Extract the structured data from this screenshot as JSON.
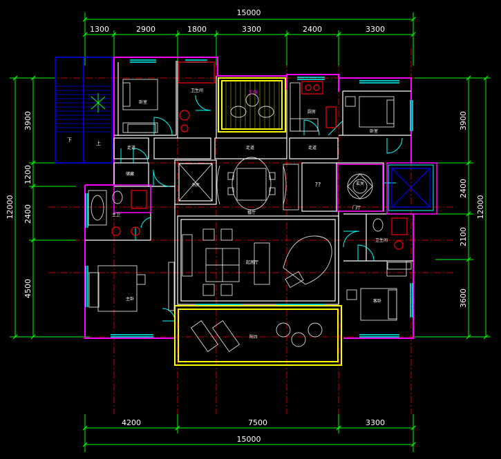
{
  "dimensions": {
    "top_total": "15000",
    "top_segments": [
      "1300",
      "2900",
      "1800",
      "3300",
      "2400",
      "3300"
    ],
    "bottom_segments": [
      "4200",
      "7500",
      "3300"
    ],
    "bottom_total": "15000",
    "left_total": "12000",
    "left_segments": [
      "3900",
      "1200",
      "2400",
      "4500"
    ],
    "right_total": "12000",
    "right_segments": [
      "3900",
      "2400",
      "2100",
      "3600"
    ]
  },
  "rooms": {
    "bedroom_nw": "卧室",
    "bath_n": "卫生间",
    "study_n": "工作",
    "kitchen": "厨房",
    "bedroom_ne": "卧室",
    "stair_down": "下",
    "stair_up": "上",
    "corridor_1": "走道",
    "corridor_2": "走道",
    "corridor_3": "走道",
    "storage": "储藏",
    "study_mid": "书房",
    "dining": "餐厅",
    "unknown": "??",
    "entry": "玄关",
    "foyer": "门厅",
    "master_bath": "主卫",
    "living": "起居厅",
    "master_bedroom": "主卧",
    "guest_bath": "卫生间",
    "guest_bedroom": "客卧",
    "balcony": "阳台"
  },
  "colors": {
    "background": "#000000",
    "dimension": "#00ff00",
    "wall": "#ff00ff",
    "axis": "#ff0000",
    "balcony": "#ffff00",
    "window": "#00ffff",
    "stair": "#0000ff",
    "furniture": "#ffffff"
  }
}
